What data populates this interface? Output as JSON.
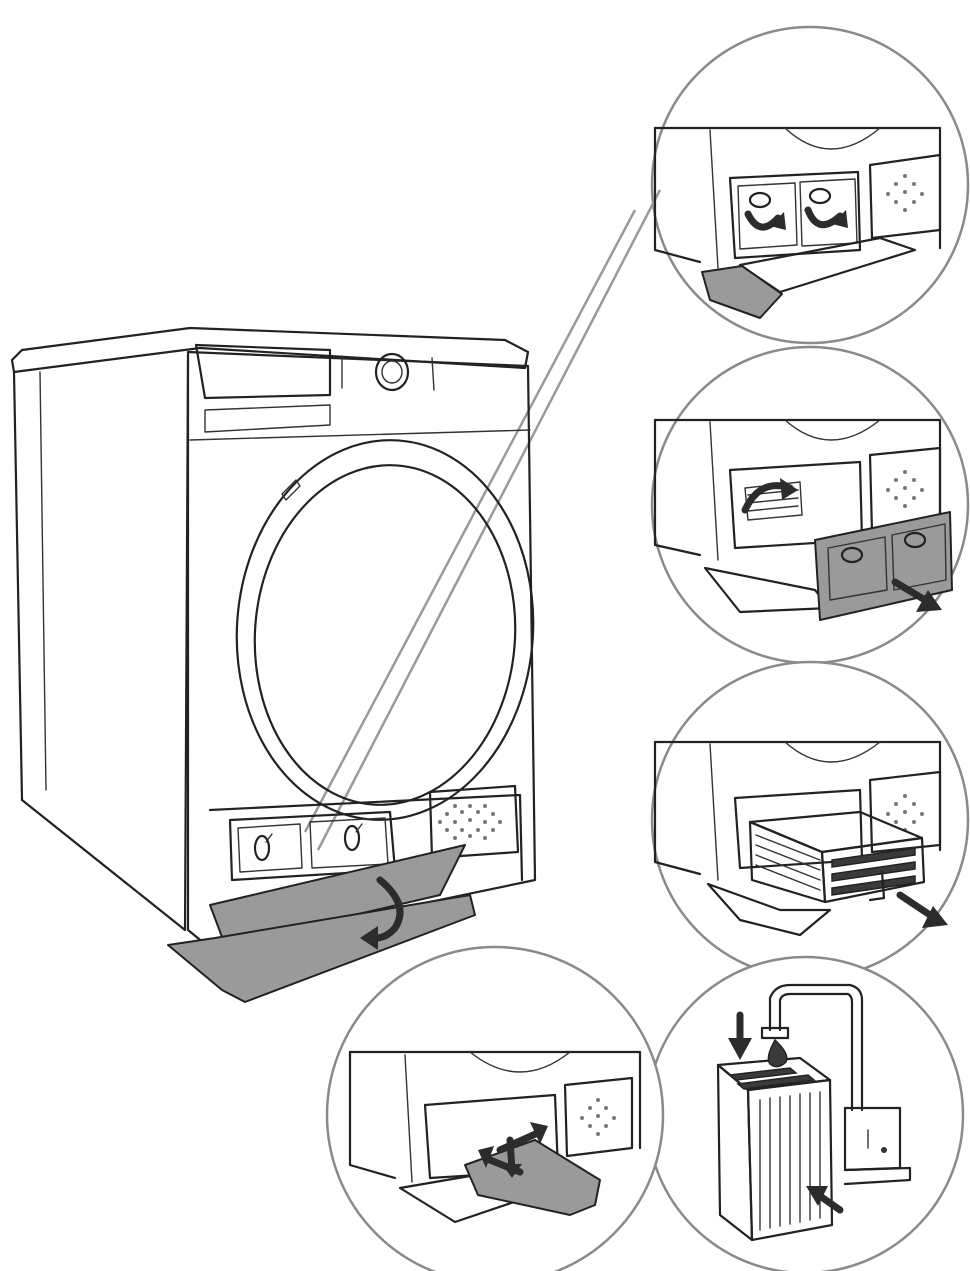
{
  "figure": {
    "kind": "assembly-instructions",
    "subject": "tumble-dryer-condenser-cleaning",
    "steps": [
      {
        "id": 1,
        "icon": "open-plinth-door-icon",
        "action": "rotate-locks"
      },
      {
        "id": 2,
        "icon": "remove-cover-icon",
        "action": "pull-out-cover"
      },
      {
        "id": 3,
        "icon": "pull-out-condenser-icon",
        "action": "pull-out"
      },
      {
        "id": 4,
        "icon": "rinse-condenser-icon",
        "action": "rinse-under-tap"
      },
      {
        "id": 5,
        "icon": "clean-seal-icon",
        "action": "clean-seals"
      }
    ],
    "colors": {
      "line": "#222222",
      "callout_border": "#8a8a8a",
      "highlight_fill": "#9a9a9a",
      "arrow": "#2c2c2c"
    }
  }
}
